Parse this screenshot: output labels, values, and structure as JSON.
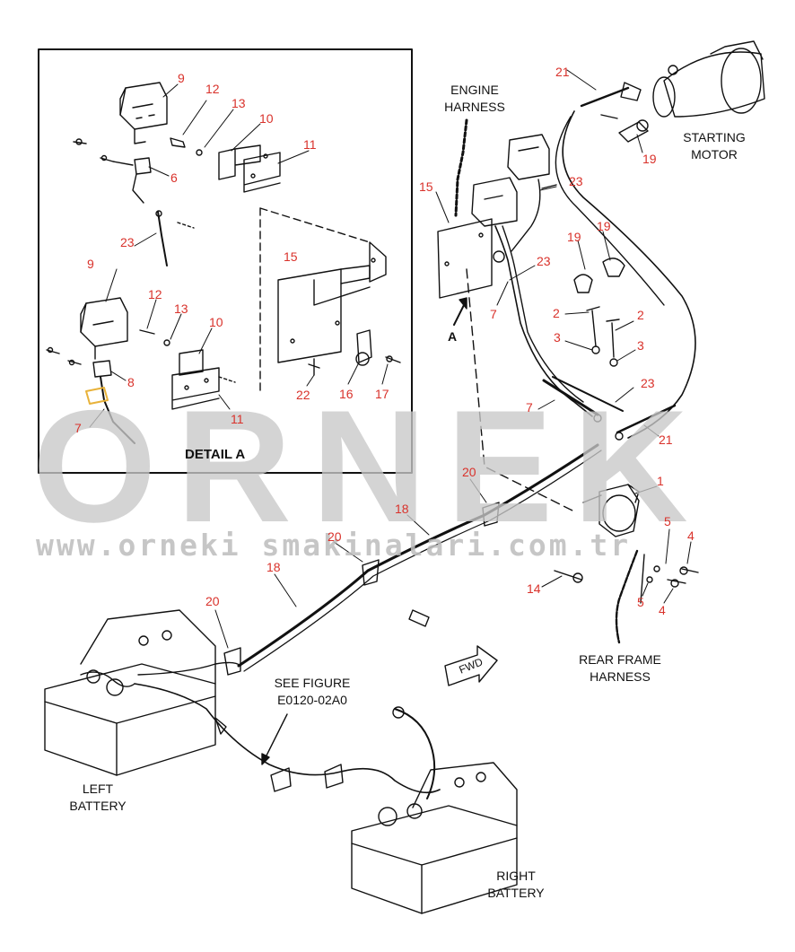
{
  "watermark": {
    "brand": "ORNEK",
    "url": "www.orneki smakinalari.com.tr"
  },
  "detail": {
    "title": "DETAIL A"
  },
  "labels": {
    "engine_harness": [
      "ENGINE",
      "HARNESS"
    ],
    "starting_motor": [
      "STARTING",
      "MOTOR"
    ],
    "rear_frame_harness": [
      "REAR FRAME",
      "HARNESS"
    ],
    "see_figure": [
      "SEE FIGURE",
      "E0120-02A0"
    ],
    "left_battery": [
      "LEFT",
      "BATTERY"
    ],
    "right_battery": [
      "RIGHT",
      "BATTERY"
    ],
    "view_arrow": "A",
    "fwd": "FWD"
  },
  "callouts": [
    "9",
    "12",
    "13",
    "10",
    "11",
    "6",
    "23",
    "15",
    "9",
    "12",
    "13",
    "10",
    "8",
    "7",
    "11",
    "22",
    "16",
    "17",
    "21",
    "19",
    "15",
    "23",
    "23",
    "7",
    "19",
    "19",
    "2",
    "2",
    "3",
    "3",
    "23",
    "7",
    "21",
    "1",
    "20",
    "18",
    "5",
    "4",
    "14",
    "5",
    "4",
    "20",
    "18",
    "20"
  ],
  "colors": {
    "callout": "#d9322b",
    "linework": "#111111",
    "watermark": "#c8c8c8",
    "watermark_accent": "#e8b23a"
  }
}
